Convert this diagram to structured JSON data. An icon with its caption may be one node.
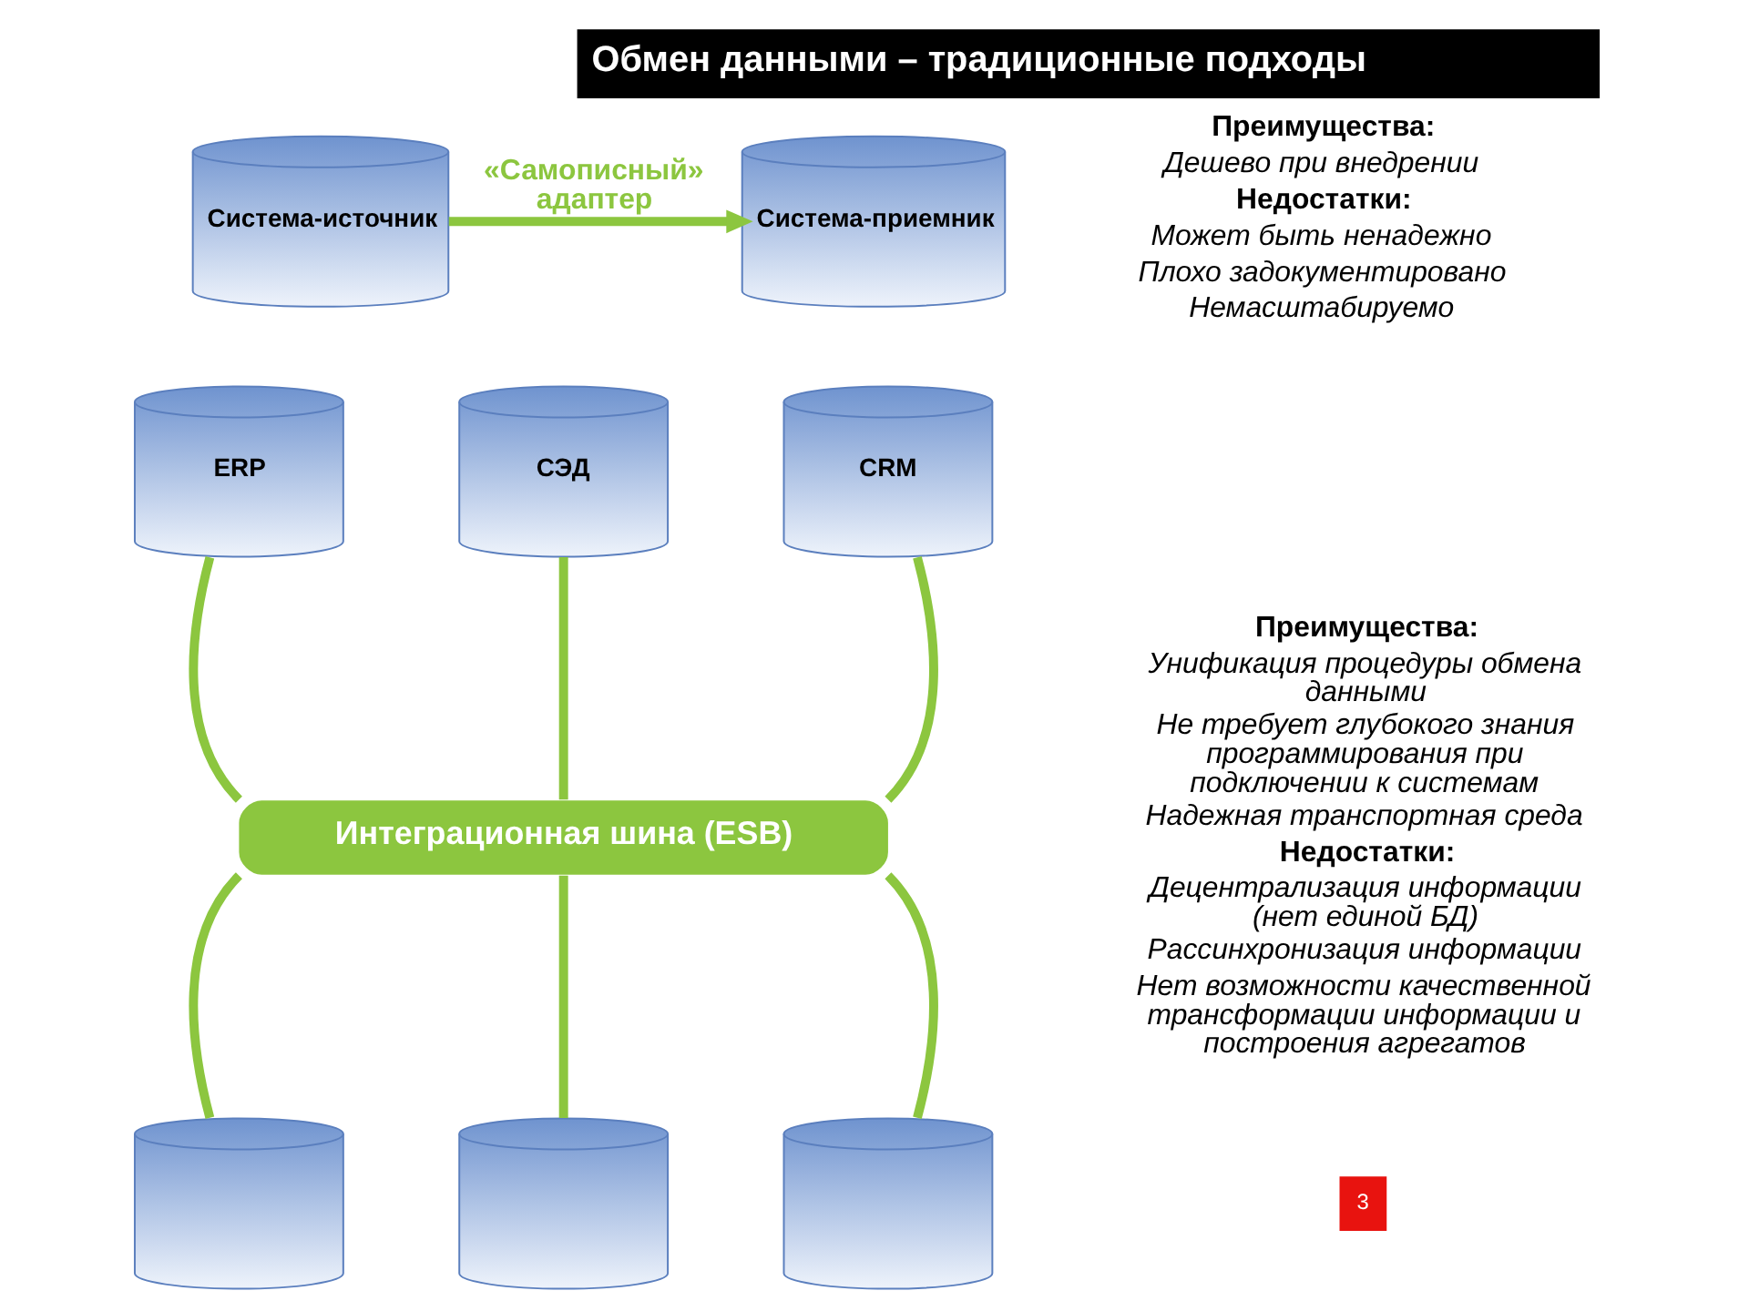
{
  "diagram": {
    "title": "Обмен данными – традиционные подходы",
    "nodes": [
      {
        "text": [
          "Система-источник"
        ]
      },
      {
        "text": [
          "Система-приемник"
        ]
      },
      {
        "text": [
          "ERP"
        ]
      },
      {
        "text": [
          "СЭД"
        ]
      },
      {
        "text": [
          "CRM"
        ]
      },
      {
        "text": [
          "Интеграционная шина (ESB)"
        ]
      },
      {
        "text": [],
        "shape": "cylinder"
      },
      {
        "text": [],
        "shape": "cylinder"
      },
      {
        "text": [],
        "shape": "cylinder"
      }
    ],
    "edges": [
      {
        "from": 0,
        "to": 1,
        "arrow": "to",
        "label": "«Самописный» адаптер"
      },
      {
        "from": 2,
        "to": 5,
        "arrow": "none"
      },
      {
        "from": 3,
        "to": 5,
        "arrow": "none"
      },
      {
        "from": 4,
        "to": 5,
        "arrow": "none"
      },
      {
        "from": 5,
        "to": 6,
        "arrow": "none"
      },
      {
        "from": 5,
        "to": 7,
        "arrow": "none"
      },
      {
        "from": 5,
        "to": 8,
        "arrow": "none"
      }
    ],
    "labels": [
      "Преимущества:",
      "Дешево при внедрении",
      "Недостатки:",
      "Может быть ненадежно",
      "Плохо задокументировано",
      "Немасштабируемо",
      "Преимущества:",
      "Унификация процедуры обмена данными",
      "Не требует глубокого знания программирования при подключении к системам",
      "Надежная транспортная среда",
      "Недостатки:",
      "Децентрализация информации (нет единой БД)",
      "Рассинхронизация информации",
      "Нет возможности качественной трансформации информации и построения агрегатов",
      "3"
    ]
  }
}
